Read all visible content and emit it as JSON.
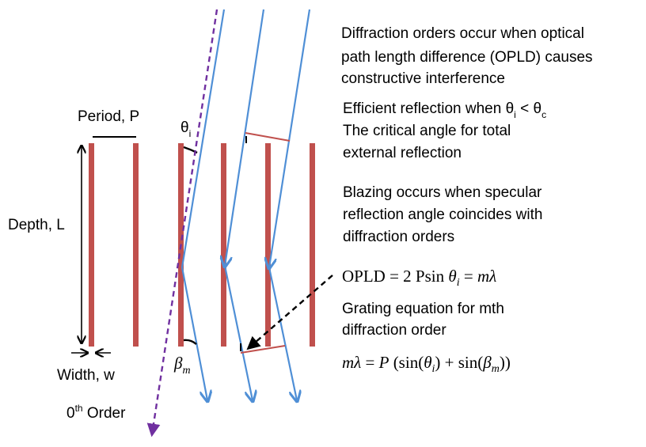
{
  "colors": {
    "plate": "#c0504d",
    "ray": "#4f8fd6",
    "zero_order": "#7030a0",
    "text": "#000000"
  },
  "labels": {
    "period": "Period, P",
    "depth": "Depth, L",
    "width": "Width, w",
    "zero_order_sup": "th",
    "zero_order_base": "0",
    "zero_order_suffix": " Order",
    "theta_base": "θ",
    "theta_sub": "i",
    "beta_base": "β",
    "beta_sub": "m"
  },
  "text": {
    "orders_1": "Diffraction orders occur when optical",
    "orders_2": "path length difference (OPLD) causes",
    "orders_3": "constructive interference",
    "efficient_prefix": "Efficient reflection when θ",
    "efficient_sub_i": "i",
    "efficient_mid": " < θ",
    "efficient_sub_c": "c",
    "critical_1": "The critical angle for total",
    "critical_2": "external reflection",
    "blazing_1": "Blazing occurs when specular",
    "blazing_2": "reflection angle coincides with",
    "blazing_3": "diffraction orders",
    "grating_1": "Grating equation for mth",
    "grating_2": "diffraction order"
  },
  "equations": {
    "opld_lhs": "OPLD = 2 Psin ",
    "opld_theta": "θ",
    "opld_sub": "i",
    "opld_rhs_eq": " = ",
    "opld_rhs": "mλ",
    "grating_lhs": "mλ",
    "grating_eq": " = ",
    "grating_p": "P",
    "grating_rest": " (sin(",
    "grating_theta": "θ",
    "grating_theta_sub": "i",
    "grating_mid": ") + sin(",
    "grating_beta": "β",
    "grating_beta_sub": "m",
    "grating_end": "))"
  }
}
